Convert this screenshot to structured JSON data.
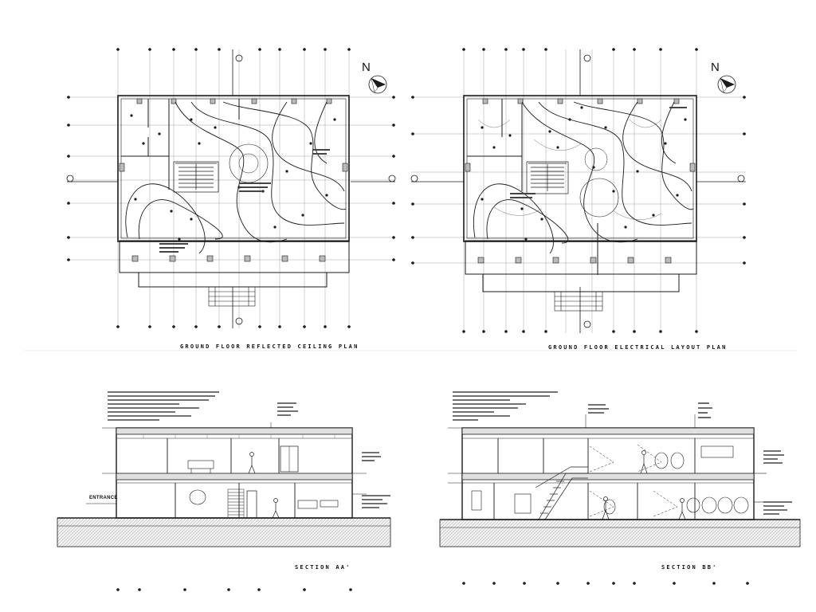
{
  "sheet": {
    "plans": [
      {
        "id": "rcp",
        "caption": "GROUND FLOOR REFLECTED CEILING  PLAN",
        "north": "N"
      },
      {
        "id": "elec",
        "caption": "GROUND FLOOR ELECTRICAL LAYOUT PLAN",
        "north": "N"
      }
    ],
    "sections": [
      {
        "id": "aa",
        "caption": "SECTION AA'",
        "entrance_label": "ENTRANCE"
      },
      {
        "id": "bb",
        "caption": "SECTION BB'"
      }
    ]
  },
  "colors": {
    "line": "#1a1a1a",
    "light": "#777777",
    "hatch": "#9a9a9a",
    "paper": "#ffffff"
  }
}
